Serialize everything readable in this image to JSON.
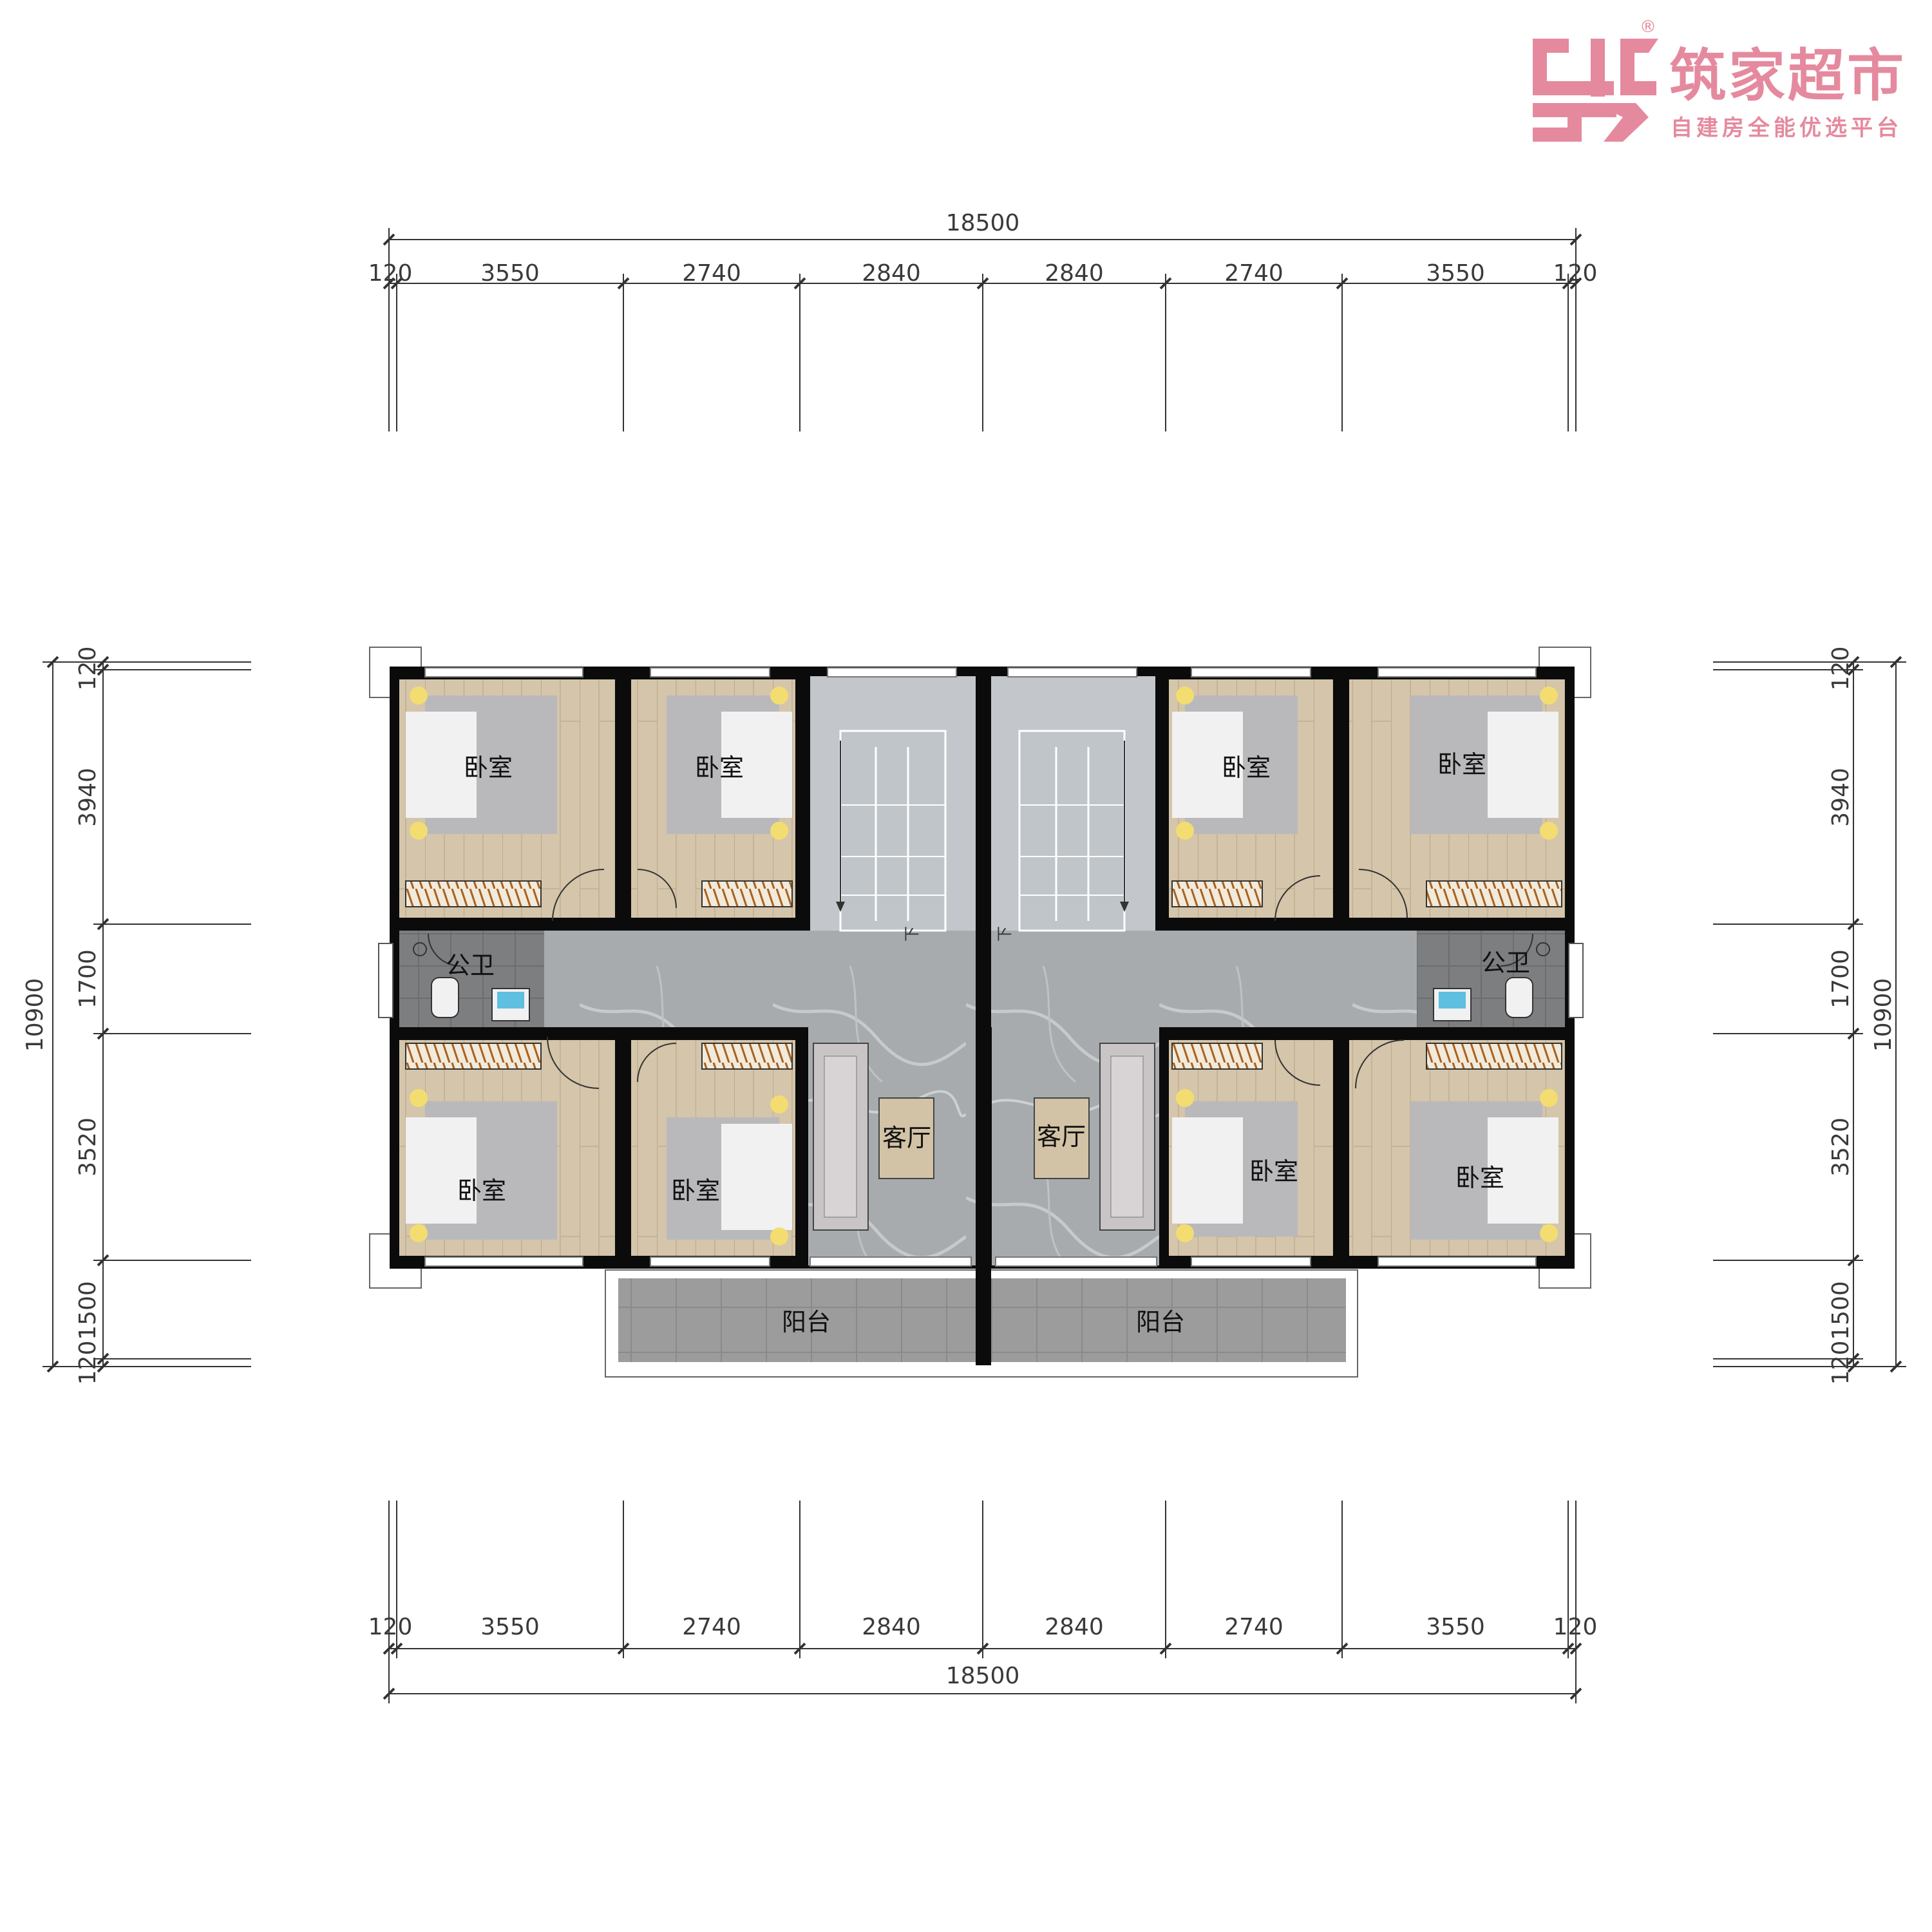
{
  "brand": {
    "name": "筑家超市",
    "slogan": "自建房全能优选平台",
    "registered_mark": "®",
    "color": "#e58a9e"
  },
  "dimensions": {
    "top_total": "18500",
    "top_segments": [
      "120",
      "3550",
      "2740",
      "2840",
      "2840",
      "2740",
      "3550",
      "120"
    ],
    "bottom_total": "18500",
    "bottom_segments": [
      "120",
      "3550",
      "2740",
      "2840",
      "2840",
      "2740",
      "3550",
      "120"
    ],
    "left_total": "10900",
    "left_segments": [
      "120",
      "3940",
      "1700",
      "3520",
      "1500",
      "120"
    ],
    "right_total": "10900",
    "right_segments": [
      "120",
      "3940",
      "1700",
      "3520",
      "1500",
      "120"
    ]
  },
  "rooms": {
    "bedroom_nw": "卧室",
    "bedroom_n2": "卧室",
    "bedroom_n3": "卧室",
    "bedroom_ne": "卧室",
    "bath_w": "公卫",
    "bath_e": "公卫",
    "bedroom_sw": "卧室",
    "bedroom_s2": "卧室",
    "living_w": "客厅",
    "living_e": "客厅",
    "bedroom_s3": "卧室",
    "bedroom_se": "卧室",
    "balcony_w": "阳台",
    "balcony_e": "阳台",
    "stair_mark": "下"
  },
  "colors": {
    "wall": "#0b0b0b",
    "wood_floor": "#d3c4ab",
    "marble": "#a7aaad",
    "tile": "#9a9a9a",
    "bed": "#b7b7ba",
    "linen": "#f2f2f3",
    "lamp": "#f3dd70"
  }
}
